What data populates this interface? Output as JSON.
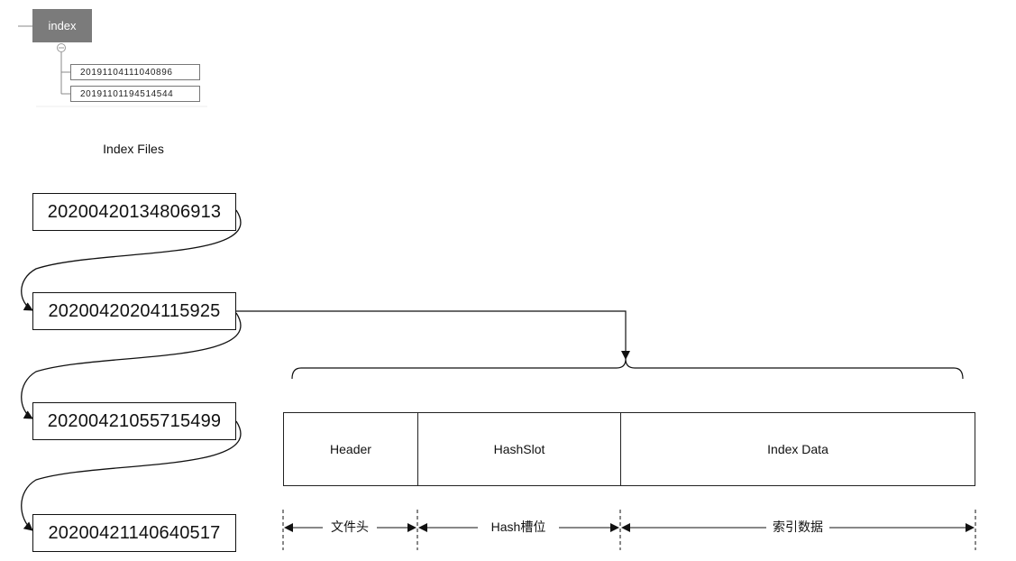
{
  "tree": {
    "root_label": "index",
    "collapse_symbol": "−",
    "files": [
      "20191104111040896",
      "20191101194514544"
    ]
  },
  "caption": "Index Files",
  "index_files": [
    "20200420134806913",
    "20200420204115925",
    "20200421055715499",
    "20200421140640517"
  ],
  "layout_sections": [
    {
      "name": "Header",
      "dimension_label": "文件头"
    },
    {
      "name": "HashSlot",
      "dimension_label": "Hash槽位"
    },
    {
      "name": "Index Data",
      "dimension_label": "索引数据"
    }
  ]
}
